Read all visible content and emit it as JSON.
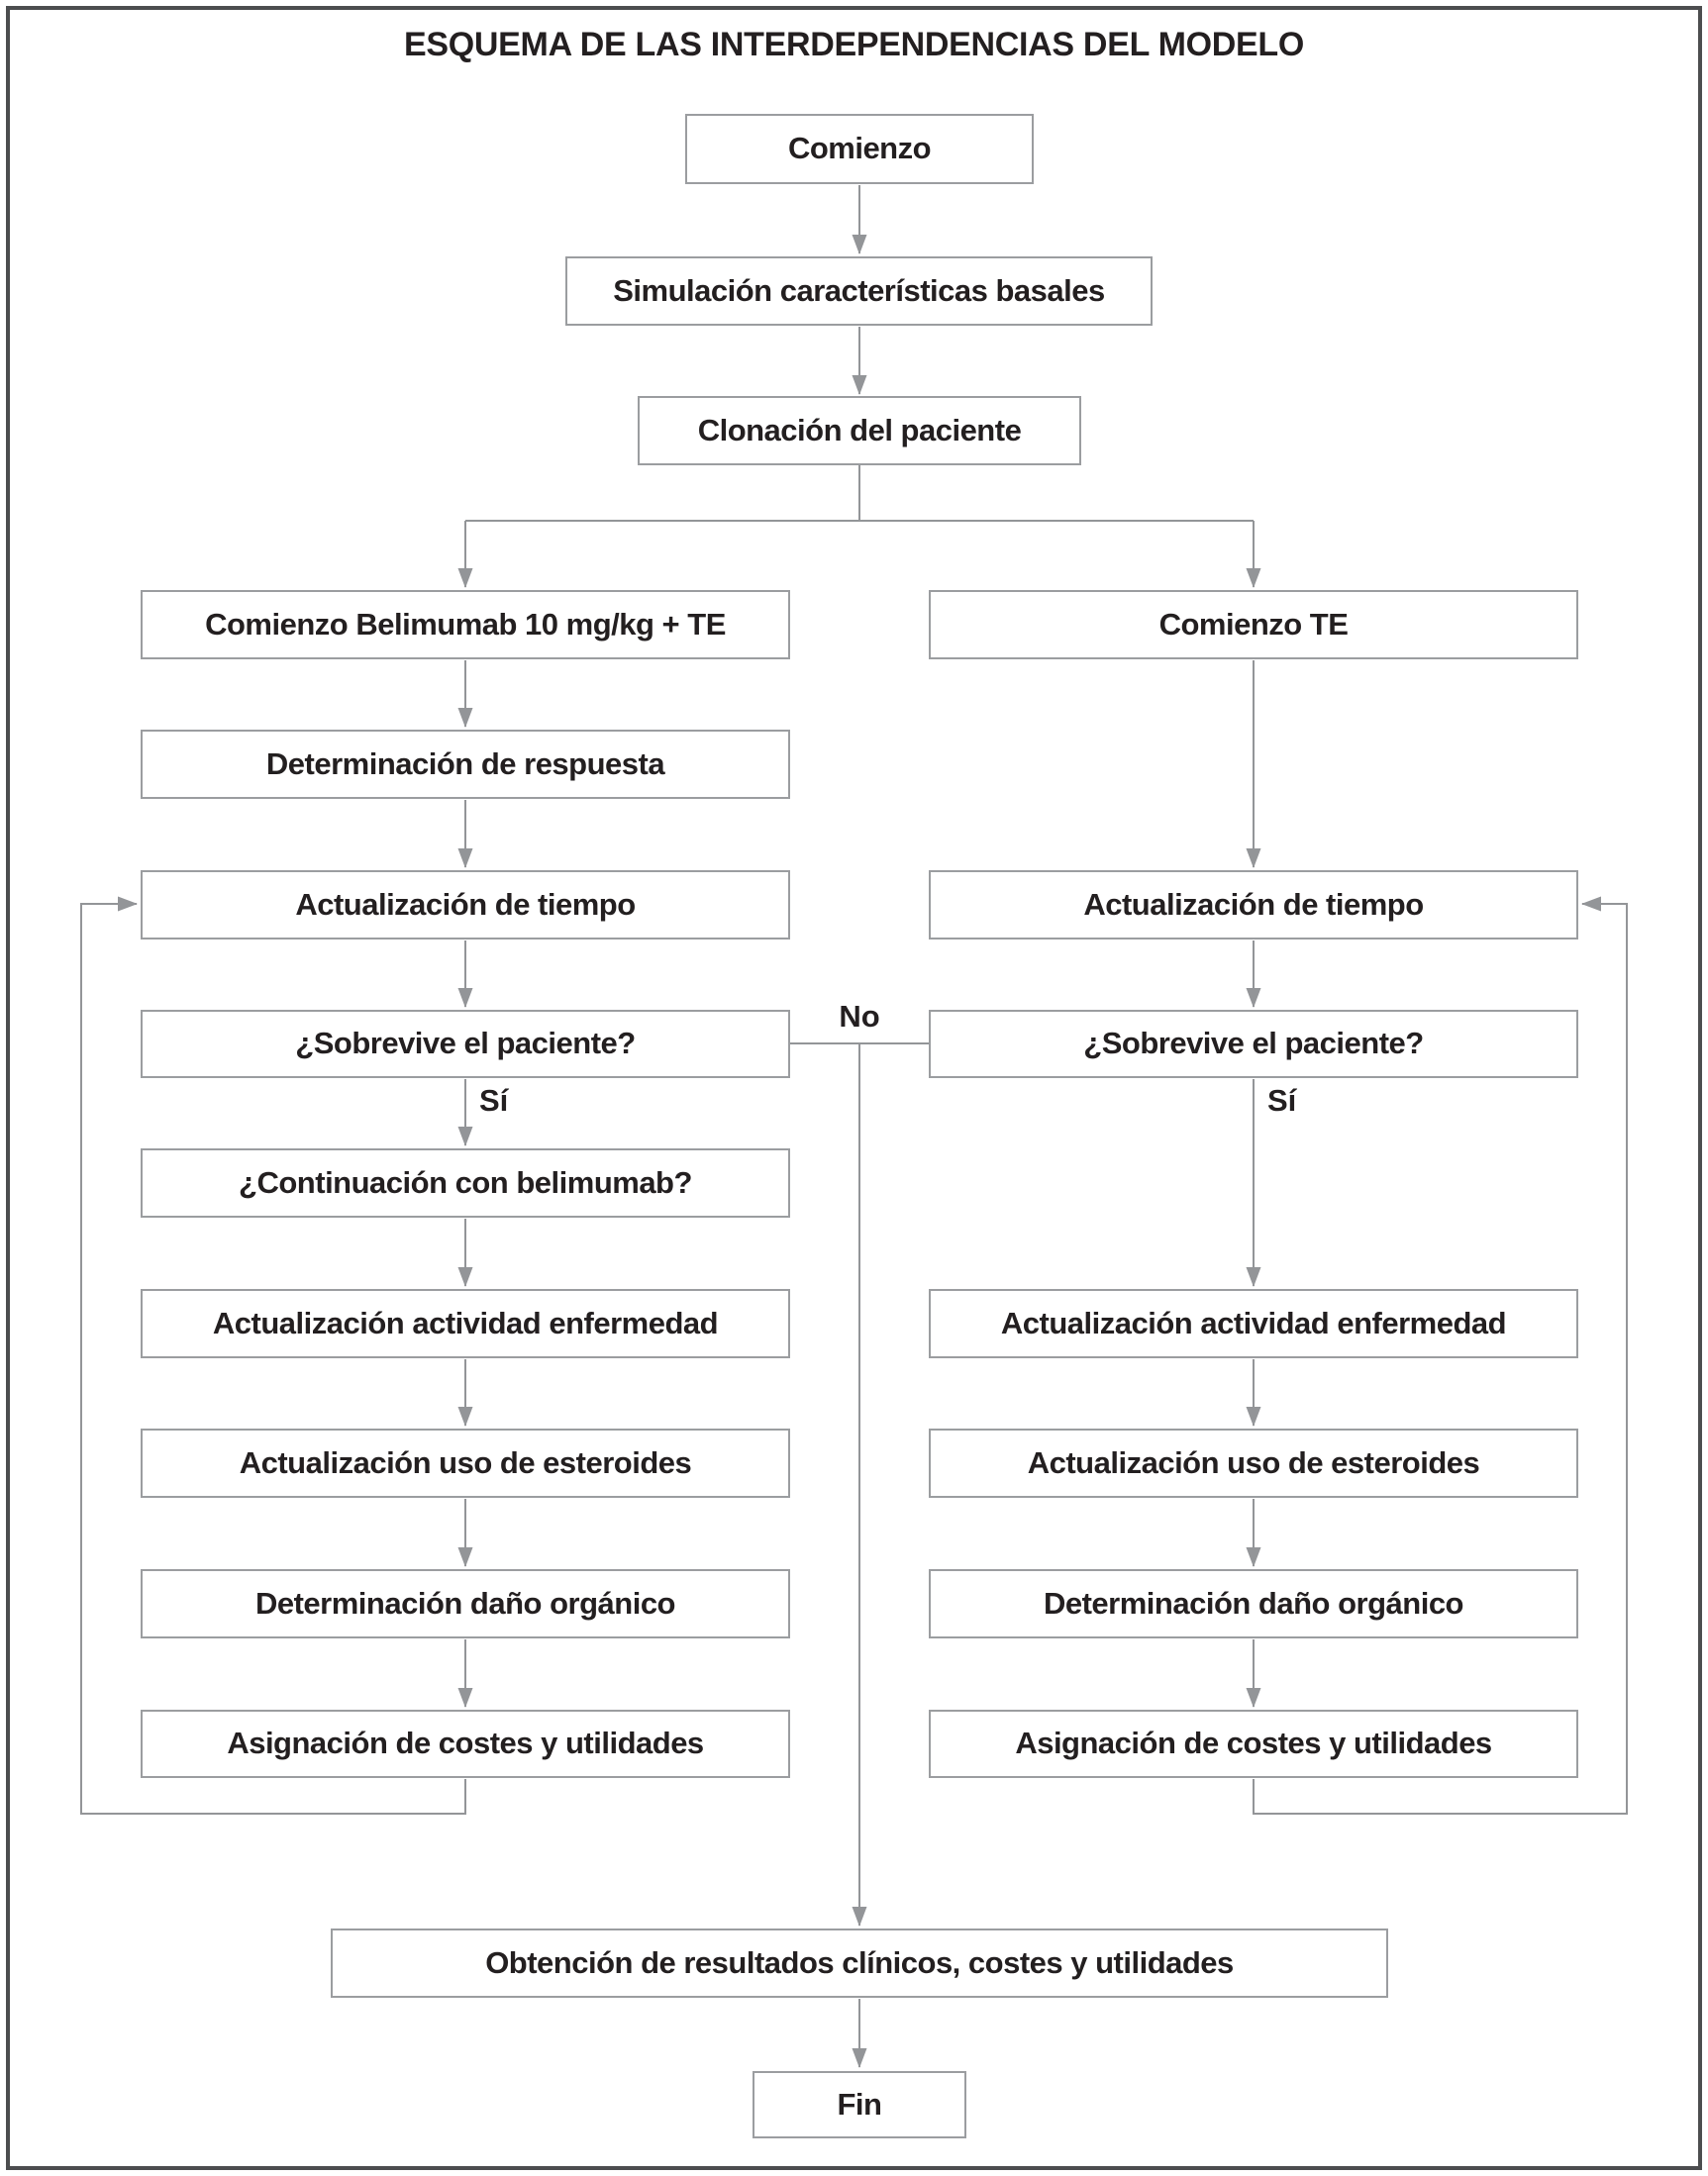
{
  "title": "ESQUEMA DE LAS INTERDEPENDENCIAS DEL MODELO",
  "nodes": {
    "comienzo": "Comienzo",
    "simulacion": "Simulación características basales",
    "clonacion": "Clonación del paciente",
    "comienzo_belimumab": "Comienzo Belimumab 10 mg/kg + TE",
    "comienzo_te": "Comienzo TE",
    "determinacion_respuesta": "Determinación de respuesta",
    "actualizacion_tiempo_izq": "Actualización de tiempo",
    "actualizacion_tiempo_der": "Actualización de tiempo",
    "sobrevive_izq": "¿Sobrevive el paciente?",
    "sobrevive_der": "¿Sobrevive el paciente?",
    "continuacion_belimumab": "¿Continuación con belimumab?",
    "actualizacion_actividad_izq": "Actualización actividad enfermedad",
    "actualizacion_actividad_der": "Actualización actividad enfermedad",
    "actualizacion_esteroides_izq": "Actualización uso de esteroides",
    "actualizacion_esteroides_der": "Actualización uso de esteroides",
    "determinacion_dano_izq": "Determinación daño orgánico",
    "determinacion_dano_der": "Determinación daño orgánico",
    "asignacion_costes_izq": "Asignación de costes y utilidades",
    "asignacion_costes_der": "Asignación de costes y utilidades",
    "obtencion_resultados": "Obtención de resultados clínicos, costes y utilidades",
    "fin": "Fin"
  },
  "labels": {
    "no": "No",
    "si_izq": "Sí",
    "si_der": "Sí"
  },
  "colors": {
    "frame_border": "#4c4d4f",
    "box_border": "#9b9da0",
    "connector": "#939598",
    "text": "#231f20",
    "background": "#ffffff"
  }
}
